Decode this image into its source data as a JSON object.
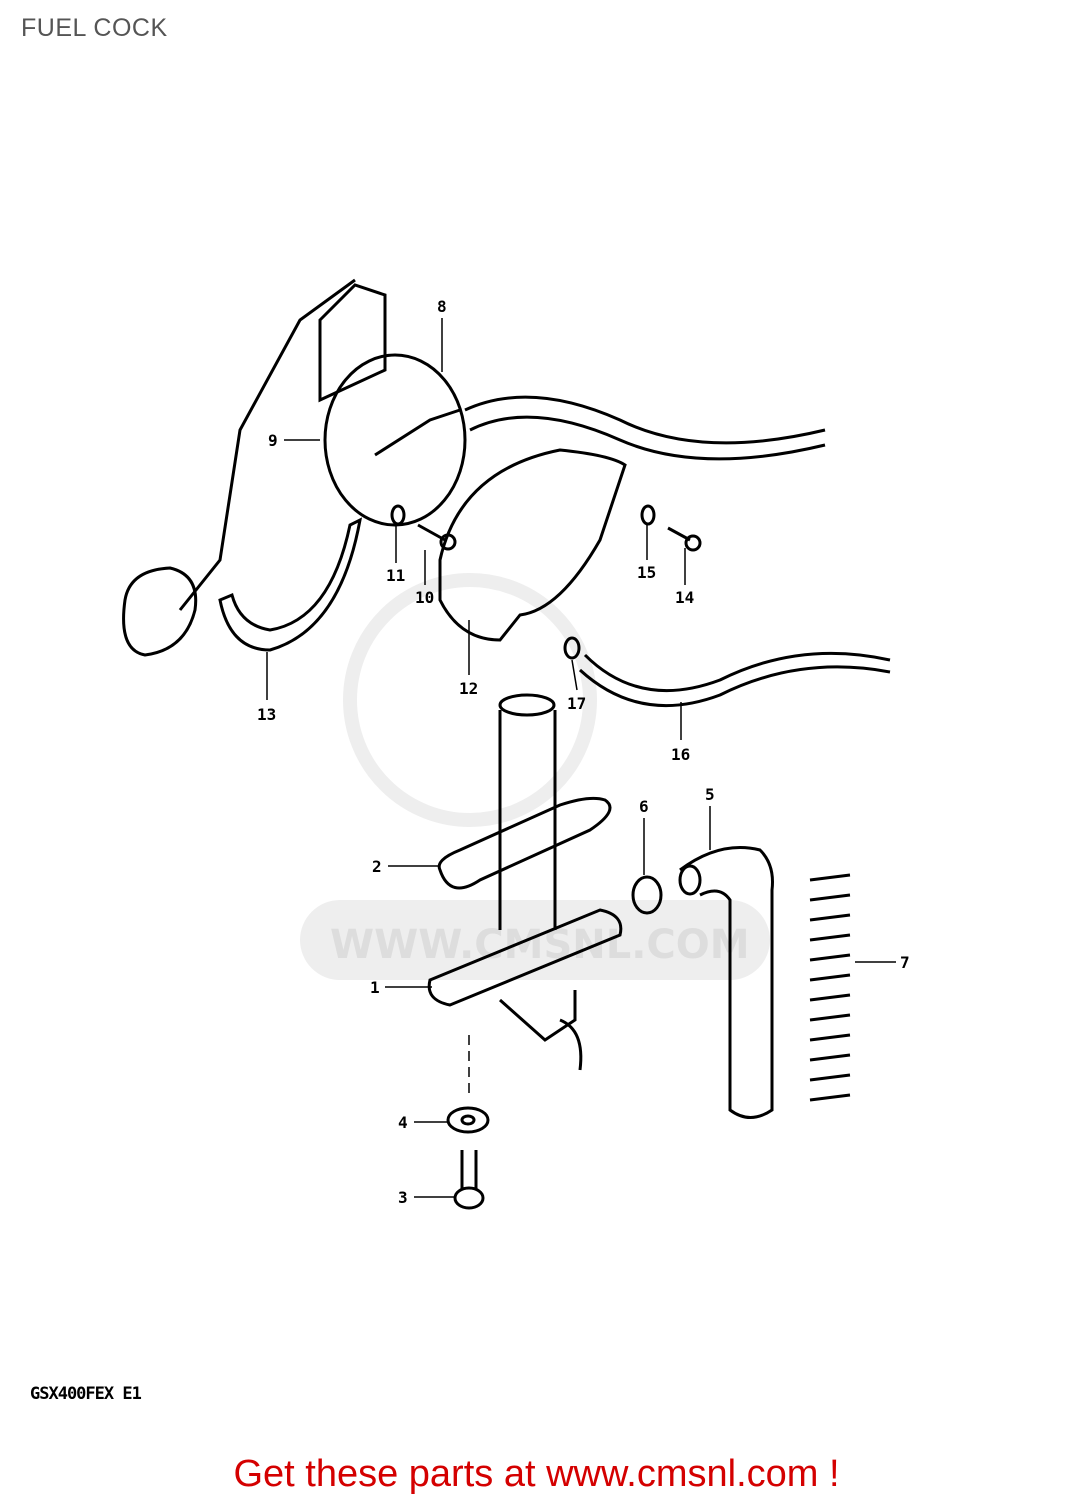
{
  "title": "FUEL COCK",
  "model_code": "GSX400FEX E1",
  "watermark": "WWW.CMSNL.COM",
  "promo_text": "Get these parts at www.cmsnl.com !",
  "promo_color": "#d40000",
  "callouts": [
    "1",
    "2",
    "3",
    "4",
    "5",
    "6",
    "7",
    "8",
    "9",
    "10",
    "11",
    "12",
    "13",
    "14",
    "15",
    "16",
    "17"
  ]
}
